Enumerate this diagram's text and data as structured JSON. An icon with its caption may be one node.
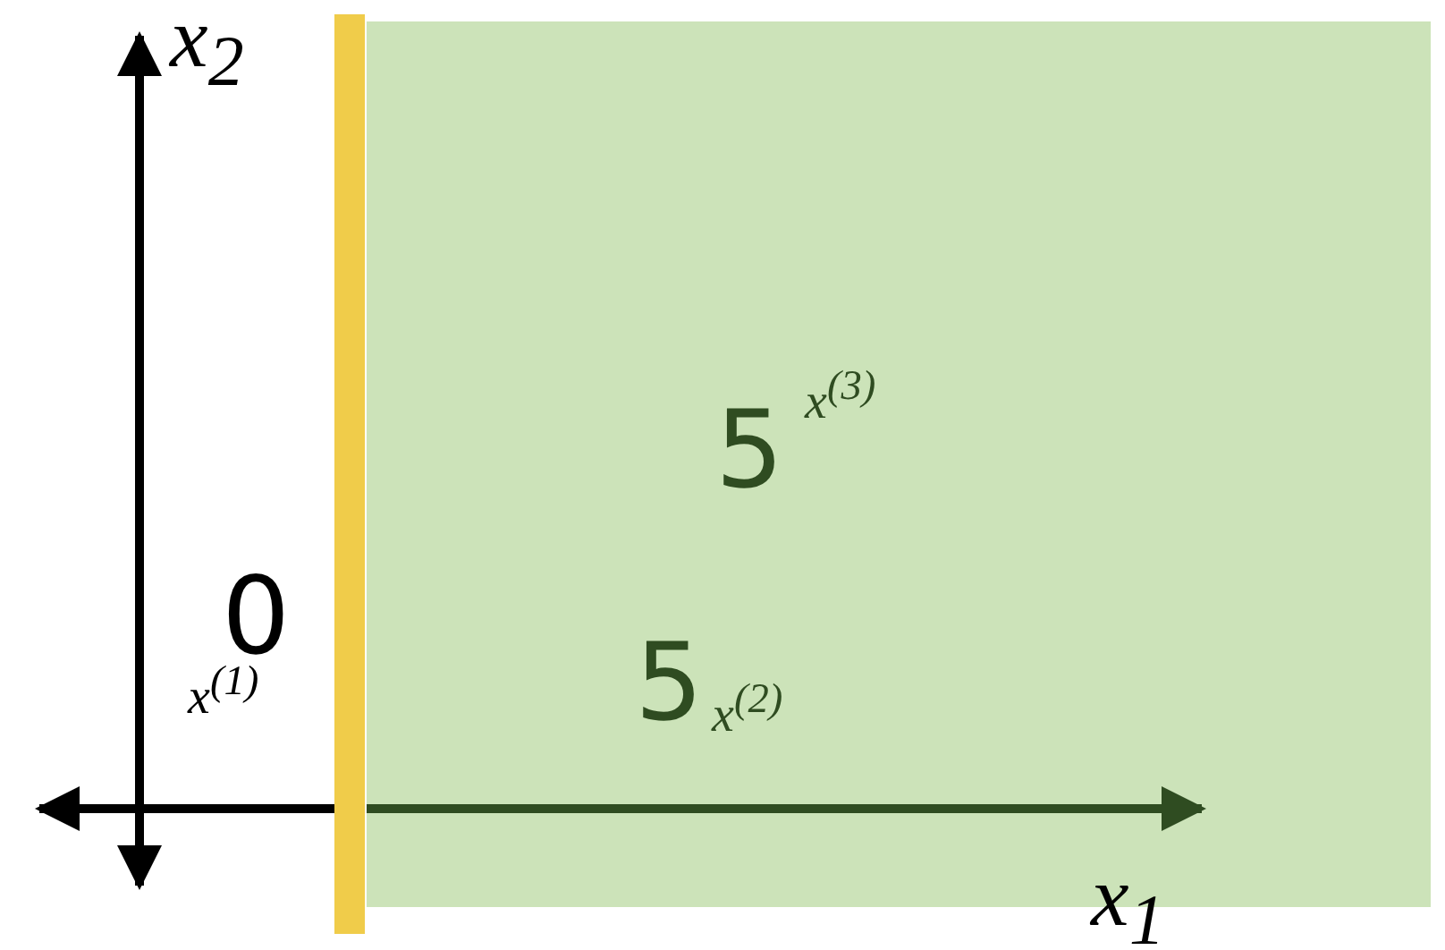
{
  "diagram": {
    "labels": [
      "x$_{2}$",
      "5",
      "x$^{(3)}$",
      "0",
      "x$^{(1)}$",
      "5",
      "x$^{(2)}$",
      "x$_{1}$"
    ]
  }
}
